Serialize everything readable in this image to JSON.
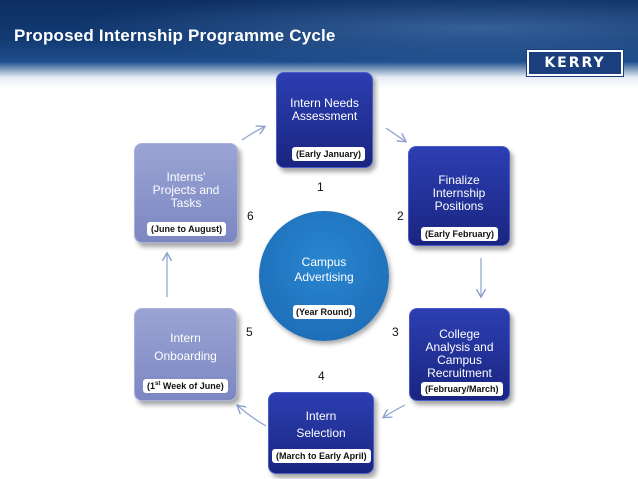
{
  "header": {
    "title": "Proposed Internship Programme Cycle",
    "logo": "KERRY"
  },
  "center": {
    "label": "Campus\nAdvertising",
    "date": "(Year Round)"
  },
  "steps": [
    {
      "label": "Intern Needs\nAssessment",
      "date": "(Early January)",
      "number": "1"
    },
    {
      "label": "Finalize\nInternship\nPositions",
      "date": "(Early February)",
      "number": "2"
    },
    {
      "label": "College\nAnalysis and\nCampus\nRecruitment",
      "date": "(February/March)",
      "number": "3"
    },
    {
      "label": "Intern\nSelection",
      "date": "(March to Early April)",
      "number": "4"
    },
    {
      "label": "Intern\nOnboarding",
      "date_prefix": "(1",
      "date_sup": "st",
      "date_suffix": " Week of June)",
      "number": "5"
    },
    {
      "label": "Interns'\nProjects and\nTasks",
      "date": "(June to August)",
      "number": "6"
    }
  ],
  "colors": {
    "header": "#123a73",
    "dark_box": "#1f2b8f",
    "light_box": "#8c96cb",
    "circle": "#1f71bb",
    "arrow": "#8da0cf"
  }
}
